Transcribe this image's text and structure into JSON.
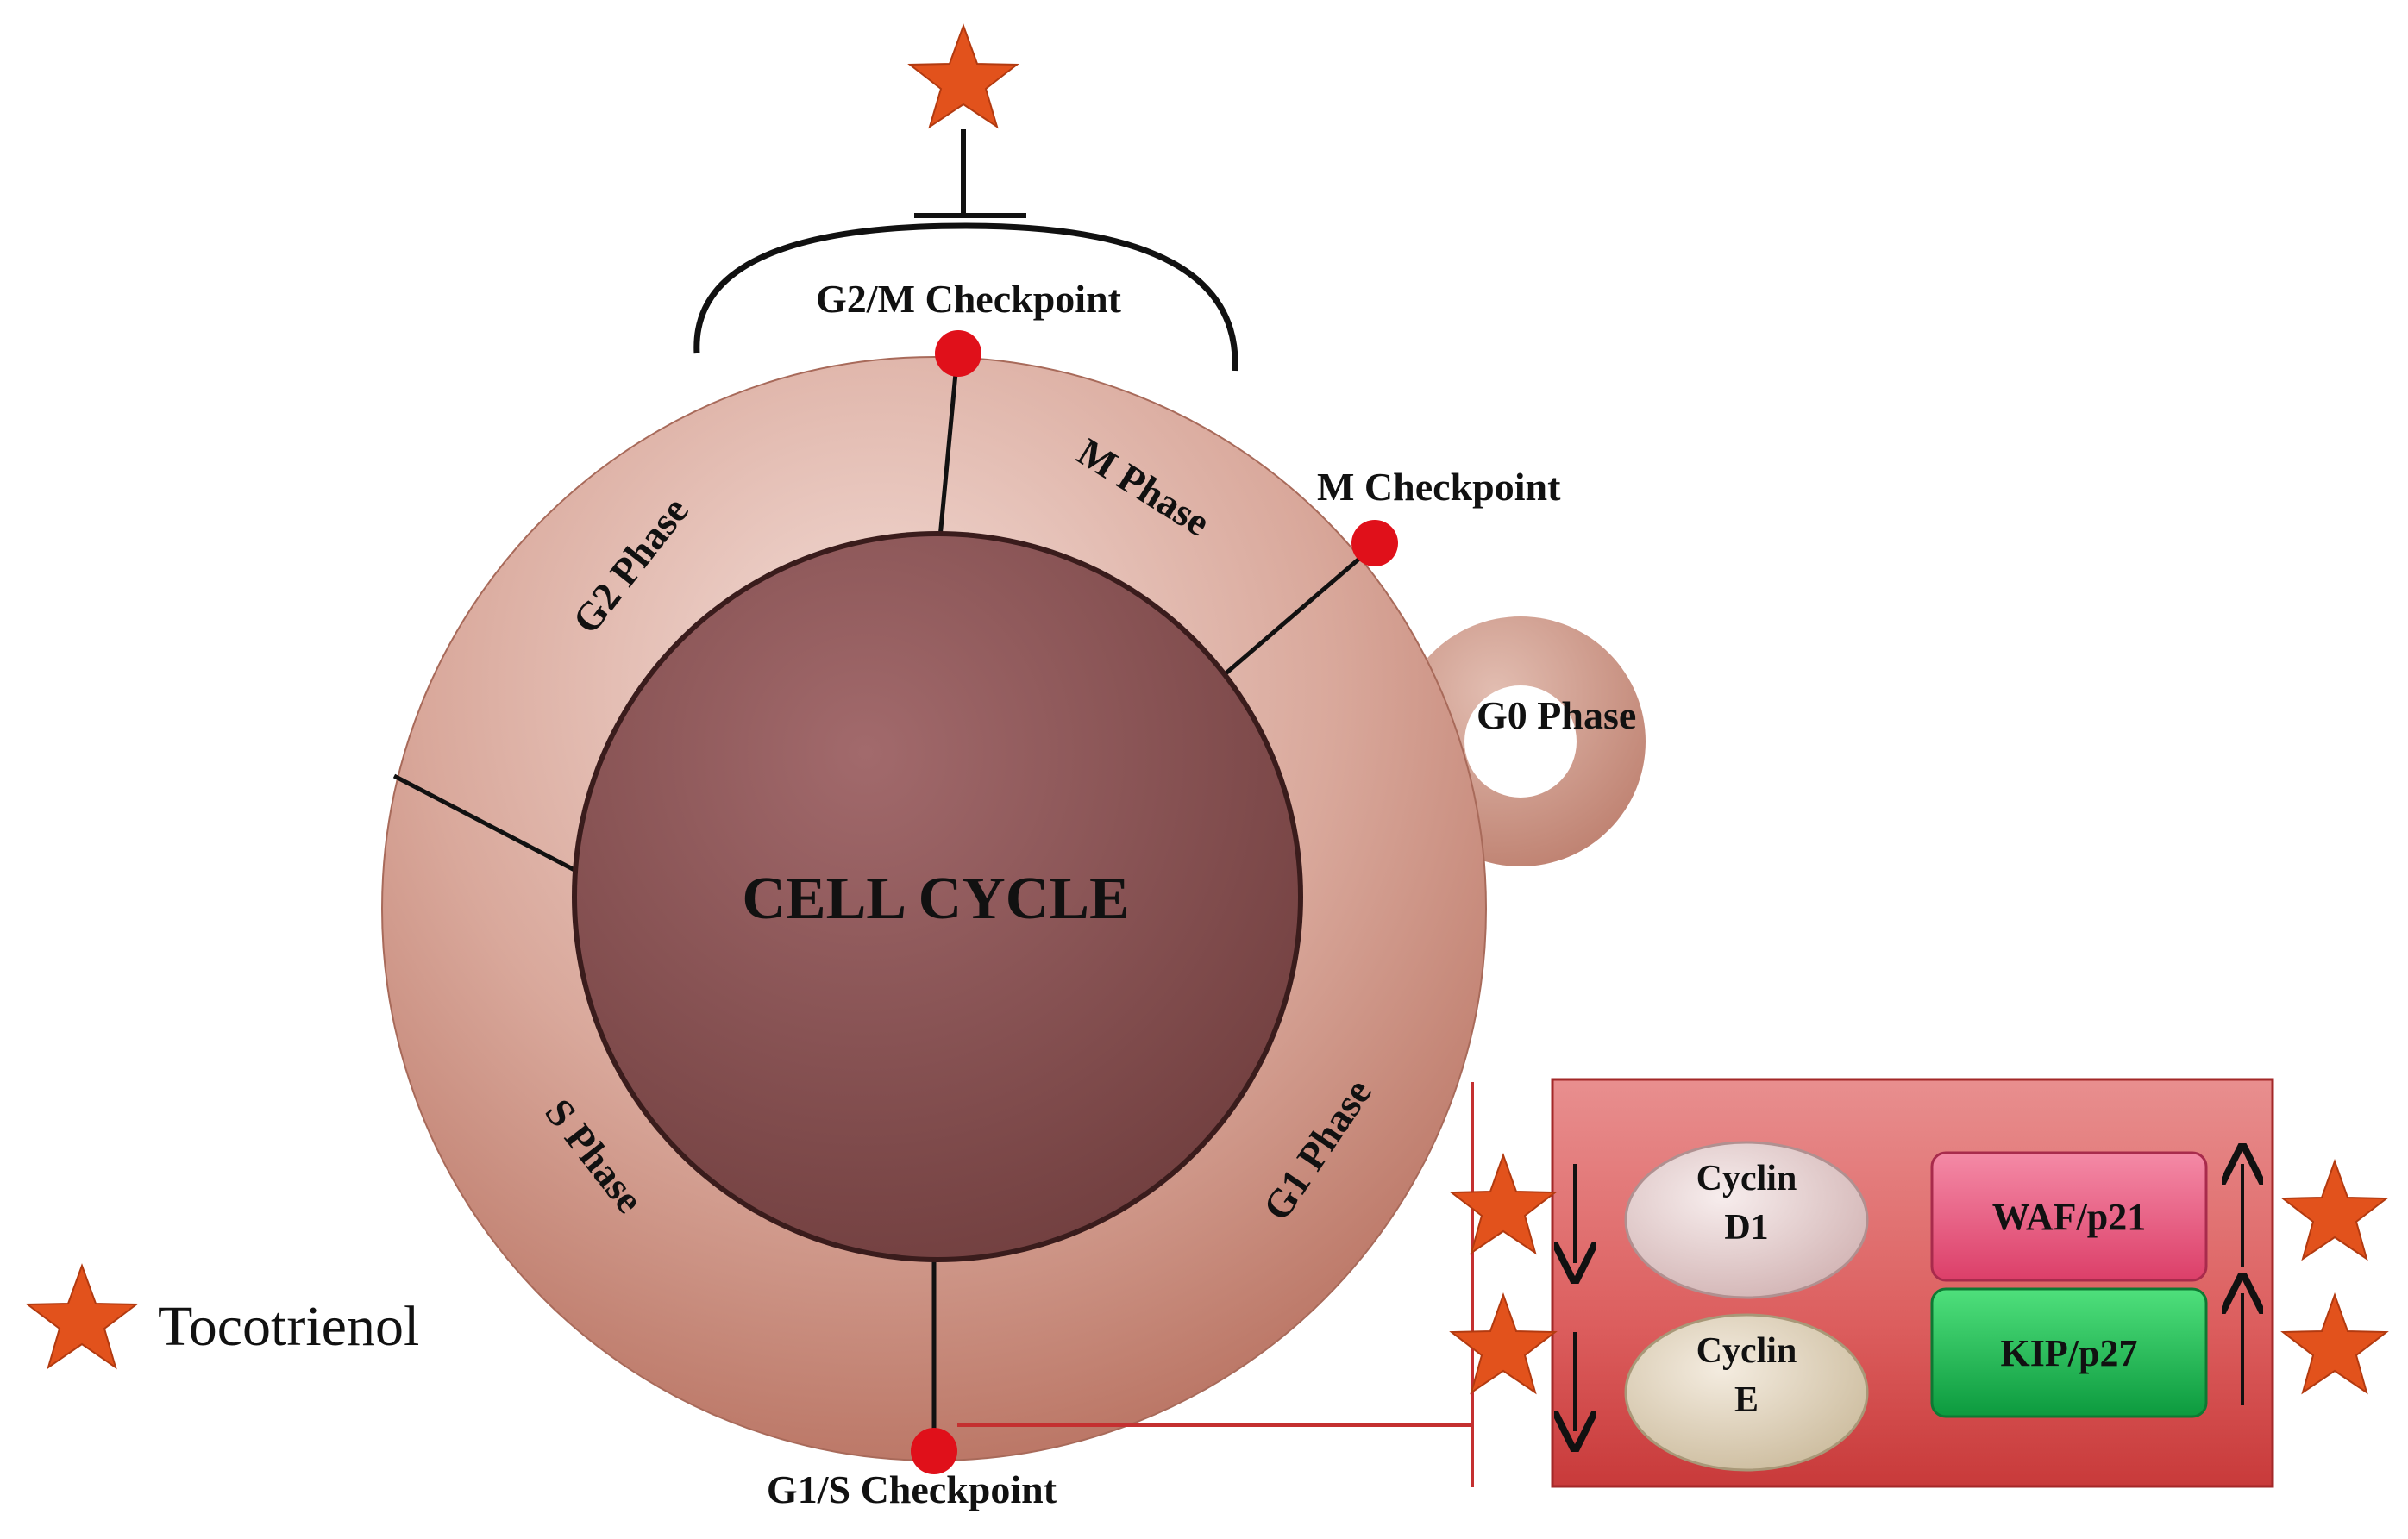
{
  "diagram": {
    "center_label": "CELL CYCLE",
    "phases": {
      "g1": "G1 Phase",
      "s": "S Phase",
      "g2": "G2 Phase",
      "m": "M Phase",
      "g0": "G0 Phase"
    },
    "checkpoints": {
      "g2m": "G2/M Checkpoint",
      "m": "M Checkpoint",
      "g1s": "G1/S Checkpoint"
    },
    "regulators": {
      "cyclin_d1": {
        "line1": "Cyclin",
        "line2": "D1",
        "change": "down"
      },
      "cyclin_e": {
        "line1": "Cyclin",
        "line2": "E",
        "change": "down"
      },
      "waf_p21": {
        "label": "WAF/p21",
        "change": "up"
      },
      "kip_p27": {
        "label": "KIP/p27",
        "change": "up"
      }
    },
    "legend": {
      "label": "Tocotrienol",
      "icon": "star-icon"
    },
    "colors": {
      "outer_ring": "#d6a296",
      "center_circle": "#8a5252",
      "checkpoint_dot": "#e0101a",
      "star": "#e2521c",
      "regulator_panel": "#de6060",
      "waf_box": "#e8577c",
      "kip_box": "#18b44e",
      "cyclin_d1_oval": "#e8d2d2",
      "cyclin_e_oval": "#e0d4bc"
    }
  }
}
